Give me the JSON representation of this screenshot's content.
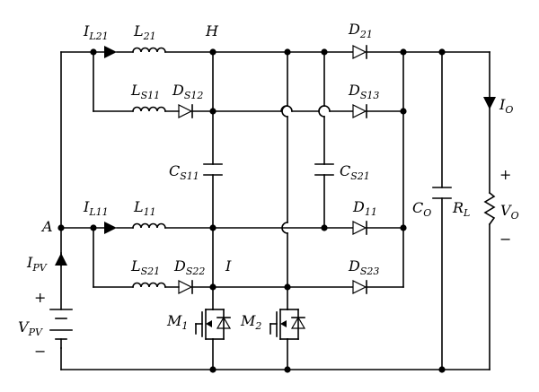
{
  "labels": {
    "IL21": {
      "main": "I",
      "sub": "L21"
    },
    "L21": {
      "main": "L",
      "sub": "21"
    },
    "H": {
      "main": "H",
      "sub": ""
    },
    "D21": {
      "main": "D",
      "sub": "21"
    },
    "LS11": {
      "main": "L",
      "sub": "S11"
    },
    "DS12": {
      "main": "D",
      "sub": "S12"
    },
    "DS13": {
      "main": "D",
      "sub": "S13"
    },
    "IO": {
      "main": "I",
      "sub": "O"
    },
    "CS11": {
      "main": "C",
      "sub": "S11"
    },
    "CS21": {
      "main": "C",
      "sub": "S21"
    },
    "A": {
      "main": "A",
      "sub": ""
    },
    "IL11": {
      "main": "I",
      "sub": "L11"
    },
    "L11": {
      "main": "L",
      "sub": "11"
    },
    "D11": {
      "main": "D",
      "sub": "11"
    },
    "CO": {
      "main": "C",
      "sub": "O"
    },
    "RL": {
      "main": "R",
      "sub": "L"
    },
    "VO": {
      "main": "V",
      "sub": "O"
    },
    "IPV": {
      "main": "I",
      "sub": "PV"
    },
    "LS21": {
      "main": "L",
      "sub": "S21"
    },
    "DS22": {
      "main": "D",
      "sub": "S22"
    },
    "I": {
      "main": "I",
      "sub": ""
    },
    "DS23": {
      "main": "D",
      "sub": "S23"
    },
    "M1": {
      "main": "M",
      "sub": "1"
    },
    "M2": {
      "main": "M",
      "sub": "2"
    },
    "VPV": {
      "main": "V",
      "sub": "PV"
    }
  },
  "signs": {
    "vo_plus": "+",
    "vo_minus": "−",
    "vpv_plus": "+",
    "vpv_minus": "−"
  }
}
